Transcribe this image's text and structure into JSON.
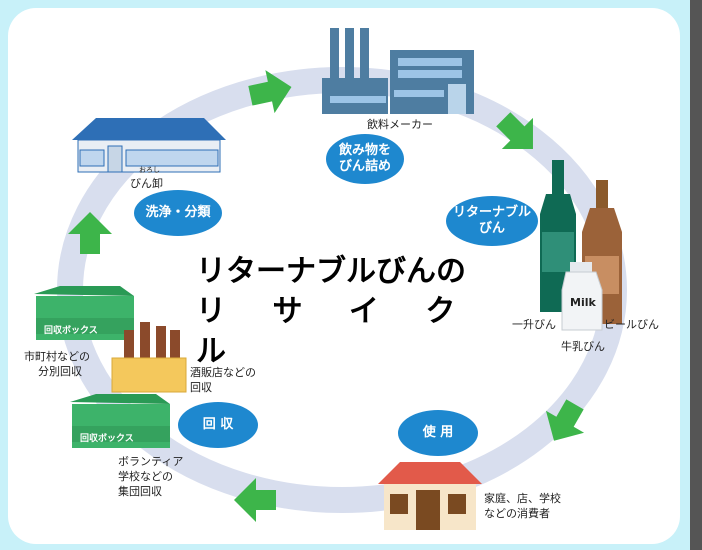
{
  "title": {
    "line1": "リターナブルびんの",
    "line2": "リ サ イ ク ル"
  },
  "stages": {
    "factory": "飲料メーカー",
    "wholesaler": "びん卸",
    "wholesaler_ruby": "おろし",
    "bottle_ichisho": "一升びん",
    "bottle_beer": "ビールびん",
    "bottle_milk": "牛乳びん",
    "milk_tag": "Milk",
    "consumers_line1": "家庭、店、学校",
    "consumers_line2": "などの消費者",
    "liquor_line1": "酒販店などの",
    "liquor_line2": "回収",
    "city_line1": "市町村などの",
    "city_line2": "分別回収",
    "volunteer_line1": "ボランティア",
    "volunteer_line2": "学校などの",
    "volunteer_line3": "集団回収",
    "box_tag_upper": "回収ボックス",
    "box_tag_lower": "回収ボックス"
  },
  "bubbles": {
    "fill_line1": "飲み物を",
    "fill_line2": "びん詰め",
    "returnable_line1": "リターナブル",
    "returnable_line2": "びん",
    "use": "使 用",
    "collect": "回 収",
    "wash": "洗浄・分類"
  },
  "colors": {
    "background": "#c8f1f9",
    "ring": "#d8deee",
    "arrow": "#3db54a",
    "bubble": "#1e88cf",
    "box_green": "#3db36a",
    "crate_yellow": "#f4c85c",
    "house_roof": "#e25a4a",
    "factory": "#4e7da1"
  }
}
